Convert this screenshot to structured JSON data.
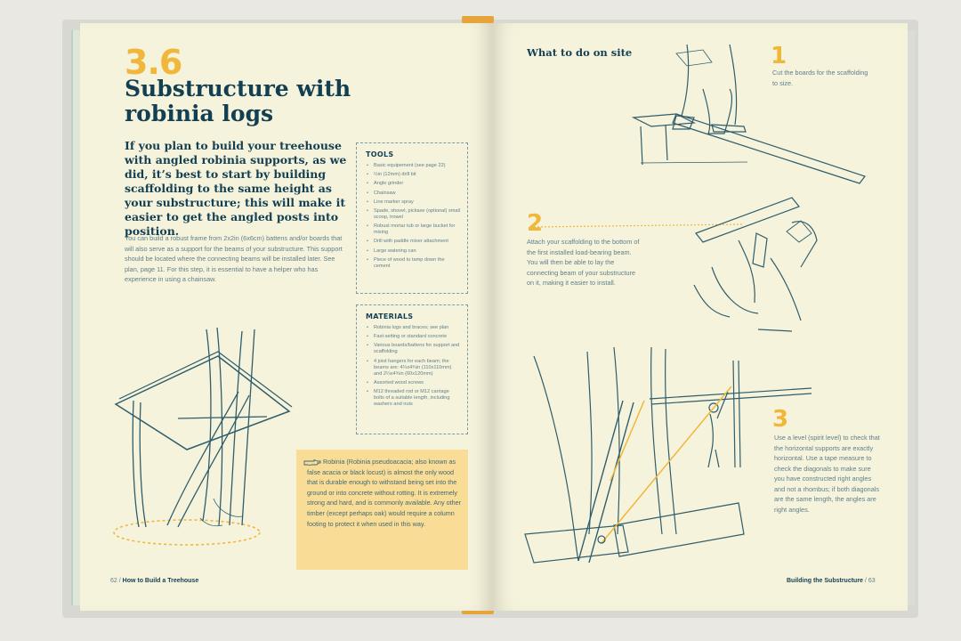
{
  "left_page": {
    "chapter_number": "3.6",
    "title": "Substructure with robinia logs",
    "intro": "If you plan to build your treehouse with angled robinia supports, as we did, it’s best to start by building scaffolding to the same height as your substructure; this will make it easier to get the angled posts into position.",
    "body": "You can build a robust frame from 2x2in (6x6cm) battens and/or boards that will also serve as a support for the beams of your substructure. This support should be located where the connecting beams will be installed later. See plan, page 11. For this step, it is essential to have a helper who has experience in using a chainsaw.",
    "tools": {
      "heading": "TOOLS",
      "items": [
        "Basic equipement (see page 22)",
        "½in (12mm) drill bit",
        "Angle grinder",
        "Chainsaw",
        "Line marker spray",
        "Spade, shovel, pickaxe (optional) small scoop, trowel",
        "Robust mortar tub or large bucket for mixing",
        "Drill with paddle mixer attachment",
        "Large watering can",
        "Piece of wood to tamp down the cement"
      ]
    },
    "materials": {
      "heading": "MATERIALS",
      "items": [
        "Robinia logs and braces; see plan",
        "Fast-setting or standard concrete",
        "Various boards/battens for support and scaffolding",
        "4 joist hangers for each beam; the beams are: 4¼x4¾in (110x110mm) and 2¼x4¾in (60x120mm)",
        "Assorted wood screws",
        "M12 threaded rod or M12 carriage bolts of a suitable length, including washers and nuts"
      ]
    },
    "note": "Robinia (Robinia pseudoacacia; also known as false acacia or black locust) is almost the only wood that is durable enough to withstand being set into the ground or into concrete without rotting. It is extremely strong and hard, and is commonly available. Any other timber (except perhaps oak) would require a column footing to protect it when used in this way.",
    "footer_page": "62",
    "footer_sep": "/",
    "footer_title": "How to Build a Treehouse"
  },
  "right_page": {
    "heading": "What to do on site",
    "steps": [
      {
        "number": "1",
        "text": "Cut the boards for the scaffolding to size."
      },
      {
        "number": "2",
        "text": "Attach your scaffolding to the bottom of the first installed load-bearing beam. You will then be able to lay the connecting beam of your substructure on it, making it easier to install."
      },
      {
        "number": "3",
        "text": "Use a level (spirit level) to check that the horizontal supports are exactly horizontal. Use a tape measure to check the diagonals to make sure you have constructed right angles and not a rhombus; if both diagonals are the same length, the angles are right angles."
      }
    ],
    "footer_title": "Building the Substructure",
    "footer_sep": "/",
    "footer_page": "63"
  },
  "colors": {
    "page": "#f6f3dc",
    "accent_yellow": "#f0b73a",
    "ink_teal": "#133f52",
    "body_text": "#5e7f8a",
    "note_bg": "#f9dd96"
  },
  "icons": [
    "hand-pointer-icon"
  ]
}
